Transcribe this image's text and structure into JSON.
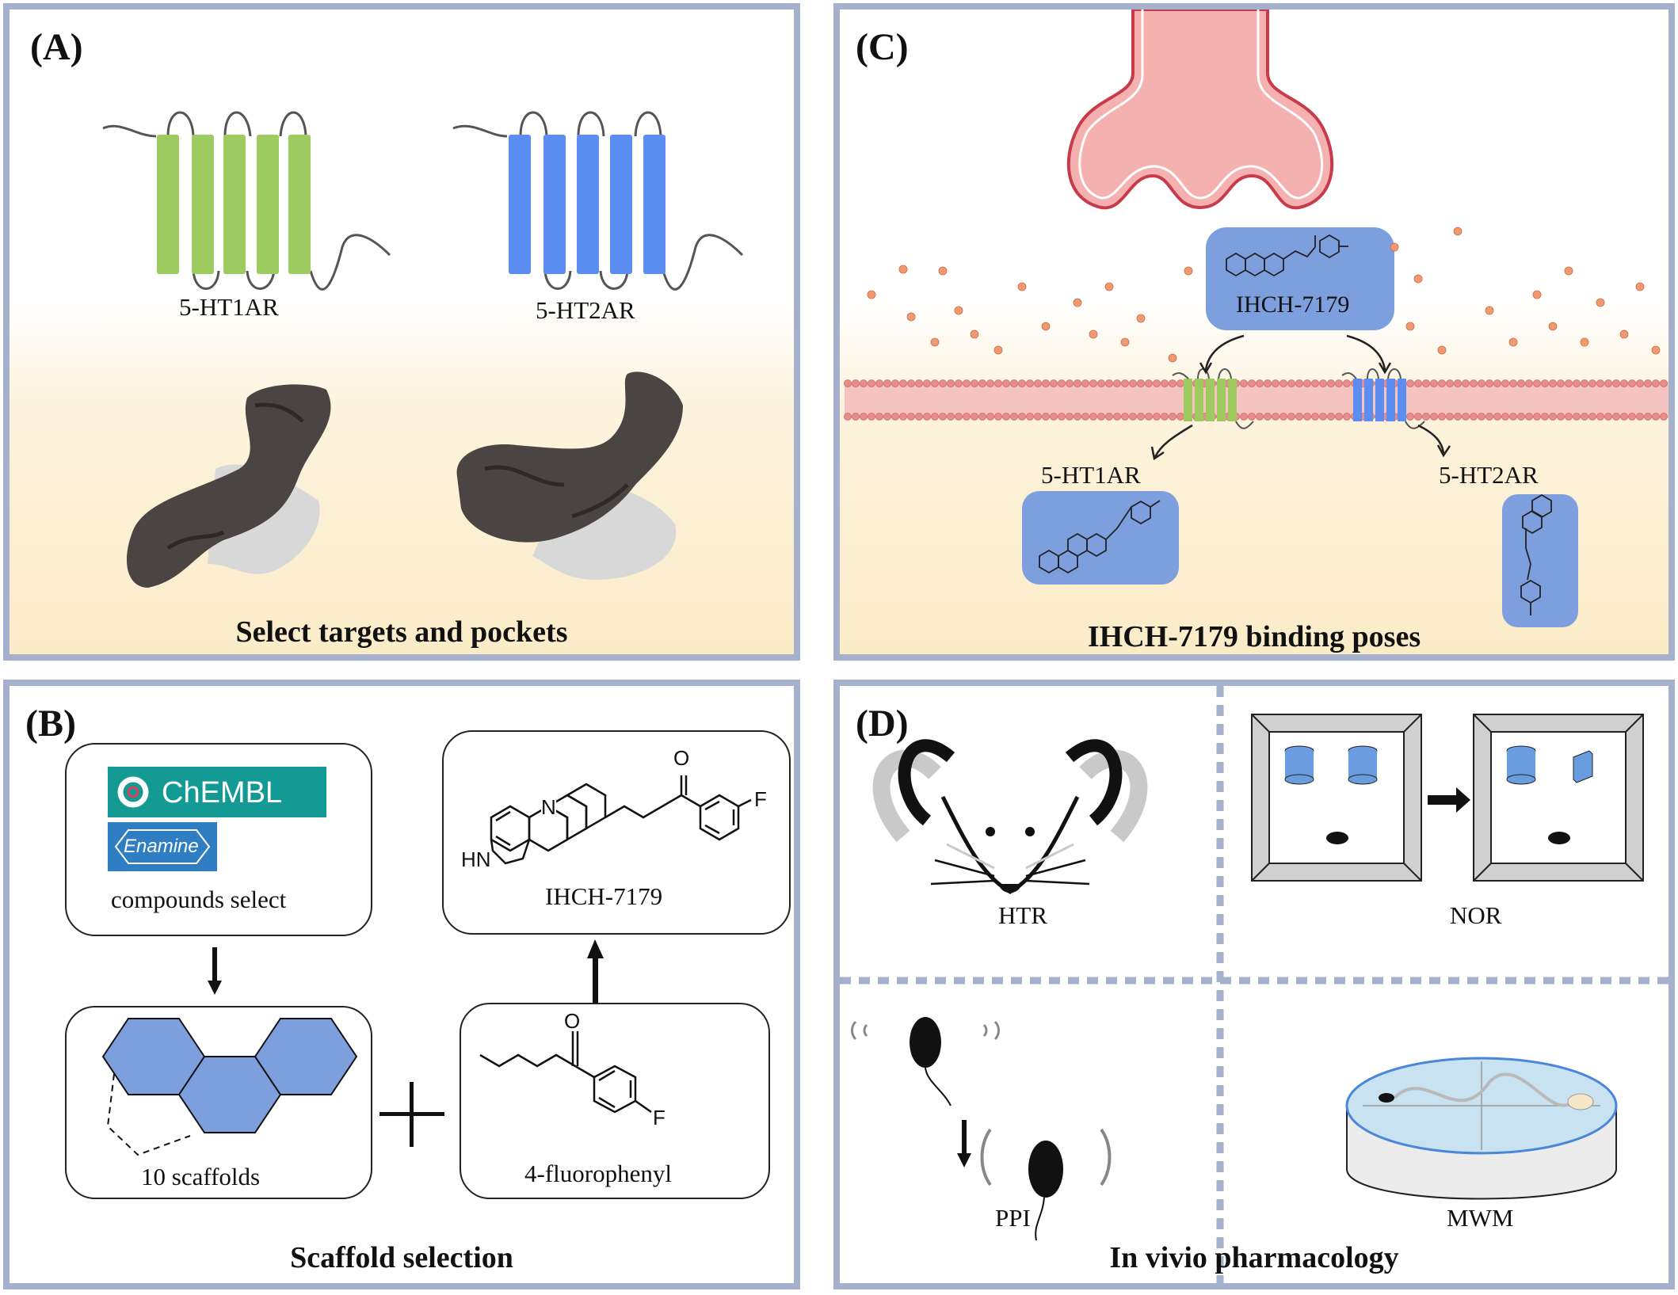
{
  "panels": {
    "a": {
      "label": "(A)",
      "receptor_1": "5-HT1AR",
      "receptor_2": "5-HT2AR",
      "caption": "Select targets and pockets"
    },
    "b": {
      "label": "(B)",
      "chembl_logo": "ChEMBL",
      "enamine_logo": "Enamine",
      "compounds_label": "compounds select",
      "product_label": "IHCH-7179",
      "scaffolds_label": "10 scaffolds",
      "fragment_label": "4-fluorophenyl",
      "plus_sign": "+",
      "atom_o": "O",
      "atom_f": "F",
      "atom_n": "N",
      "atom_hn": "HN",
      "caption": "Scaffold selection"
    },
    "c": {
      "label": "(C)",
      "ligand_label": "IHCH-7179",
      "receptor_1": "5-HT1AR",
      "receptor_2": "5-HT2AR",
      "caption": "IHCH-7179 binding poses"
    },
    "d": {
      "label": "(D)",
      "htr_label": "HTR",
      "nor_label": "NOR",
      "ppi_label": "PPI",
      "mwm_label": "MWM",
      "caption": "In vivio pharmacology"
    }
  },
  "colors": {
    "frame": "#a5b0cc",
    "ht1a_green": "#9ecb5f",
    "ht2a_blue": "#5b8ef0",
    "pocket_grey": "#4a4443",
    "vesicle_red": "#f2a9a9",
    "ligand_box": "#7d9fde",
    "background_cream": "#fbecc8"
  }
}
